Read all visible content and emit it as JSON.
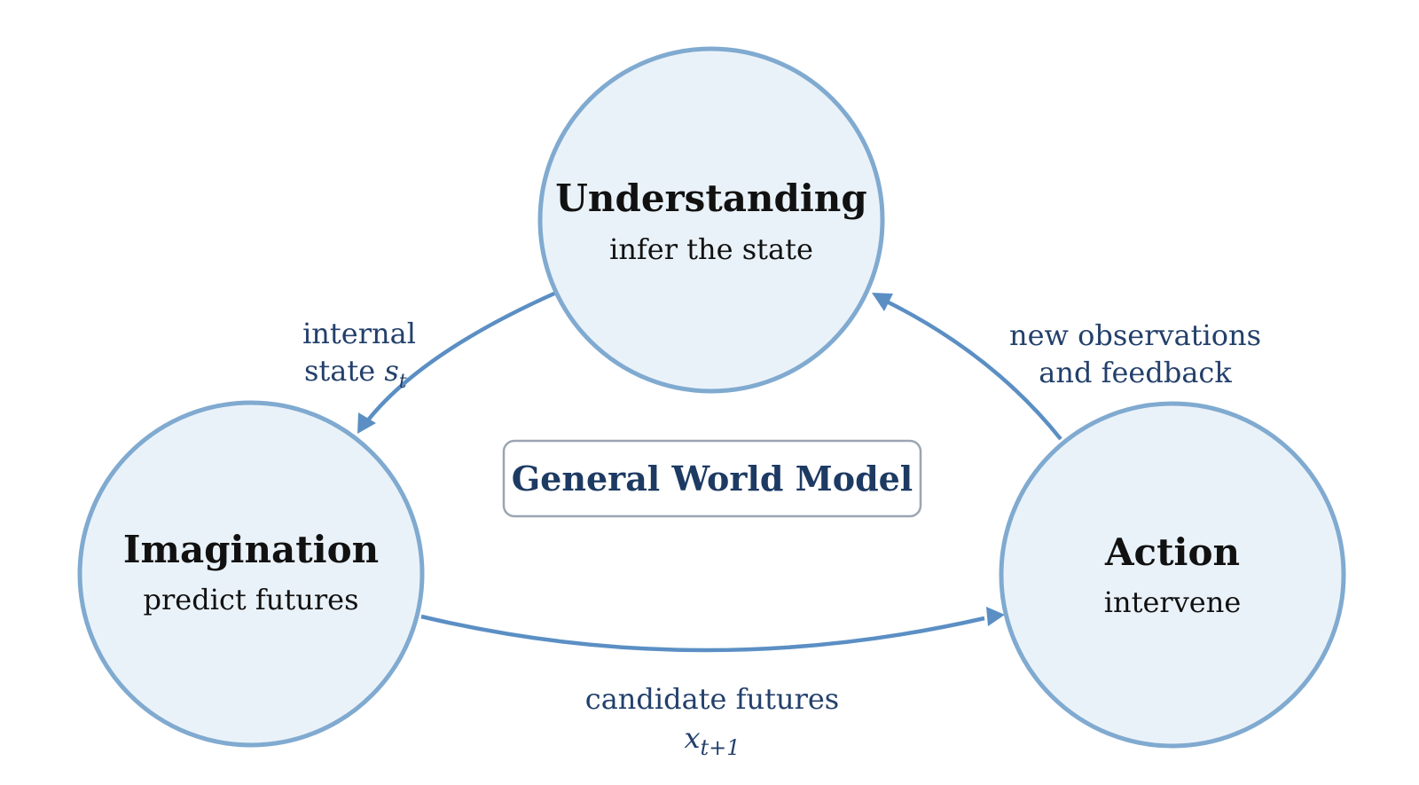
{
  "diagram": {
    "center_label": "General World Model",
    "nodes": {
      "understanding": {
        "title": "Understanding",
        "subtitle": "infer the state"
      },
      "imagination": {
        "title": "Imagination",
        "subtitle": "predict futures"
      },
      "action": {
        "title": "Action",
        "subtitle": "intervene"
      }
    },
    "edges": {
      "understanding_to_imagination": {
        "line1": "internal",
        "line2_text": "state ",
        "math_base": "s",
        "math_sub": "t"
      },
      "imagination_to_action": {
        "line1": "candidate futures",
        "math_base": "x",
        "math_sub": "t+1"
      },
      "action_to_understanding": {
        "line1": "new observations",
        "line2": "and feedback"
      }
    },
    "colors": {
      "node_fill": "#eaf2f9",
      "node_stroke": "#80aad0",
      "arrow": "#5b8fc4",
      "label_text": "#23406b",
      "center_text": "#1d3a63"
    }
  }
}
